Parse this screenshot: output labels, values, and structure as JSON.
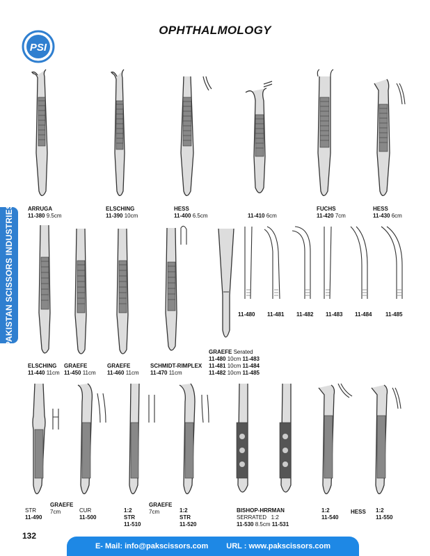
{
  "header": {
    "title": "OPHTHALMOLOGY",
    "logo_text": "PSI"
  },
  "side_tab": "PAKISTAN SCISSORS INDUSTRIES",
  "row1": [
    {
      "name": "ARRUGA",
      "code": "11-380",
      "size": "9.5cm"
    },
    {
      "name": "ELSCHING",
      "code": "11-390",
      "size": "10cm"
    },
    {
      "name": "HESS",
      "code": "11-400",
      "size": "6.5cm"
    },
    {
      "name": "",
      "code": "11-410",
      "size": "6cm"
    },
    {
      "name": "FUCHS",
      "code": "11-420",
      "size": "7cm"
    },
    {
      "name": "HESS",
      "code": "11-430",
      "size": "6cm"
    }
  ],
  "row2": [
    {
      "name": "ELSCHING",
      "code": "11-440",
      "size": "11cm"
    },
    {
      "name": "GRAEFE",
      "code": "11-450",
      "size": "11cm"
    },
    {
      "name": "GRAEFE",
      "code": "11-460",
      "size": "11cm"
    },
    {
      "name": "SCHMIDT-RIMPLEX",
      "code": "11-470",
      "size": "11cm"
    }
  ],
  "graefe_tips": [
    "11-480",
    "11-481",
    "11-482",
    "11-483",
    "11-484",
    "11-485"
  ],
  "graefe_block": {
    "name": "GRAEFE",
    "note": "Serated",
    "lines": [
      {
        "code_a": "11-480",
        "size": "10cm",
        "code_b": "11-483"
      },
      {
        "code_a": "11-481",
        "size": "10cm",
        "code_b": "11-484"
      },
      {
        "code_a": "11-482",
        "size": "10cm",
        "code_b": "11-485"
      }
    ]
  },
  "row3": {
    "str_490": "STR",
    "code_490": "11-490",
    "graefe_1": "GRAEFE",
    "graefe_1_size": "7cm",
    "cur_500": "CUR",
    "code_500": "11-500",
    "ratio_510": "1:2",
    "str_510": "STR",
    "code_510": "11-510",
    "graefe_2": "GRAEFE",
    "graefe_2_size": "7cm",
    "ratio_520": "1:2",
    "str_520": "STR",
    "code_520": "11-520",
    "bishop_name": "BISHOP-HRRMAN",
    "bishop_serr": "SERRATED",
    "bishop_ratio": "1:2",
    "code_530": "11-530",
    "size_530": "8.5cm",
    "code_531": "11-531",
    "ratio_540": "1:2",
    "code_540": "11-540",
    "hess": "HESS",
    "ratio_550": "1:2",
    "code_550": "11-550"
  },
  "footer": {
    "page": "132",
    "email": "E- Mail: info@pakscissors.com",
    "url": "URL  :  www.pakscissors.com"
  },
  "colors": {
    "accent": "#2f7fd0",
    "footer": "#1e88e5"
  }
}
